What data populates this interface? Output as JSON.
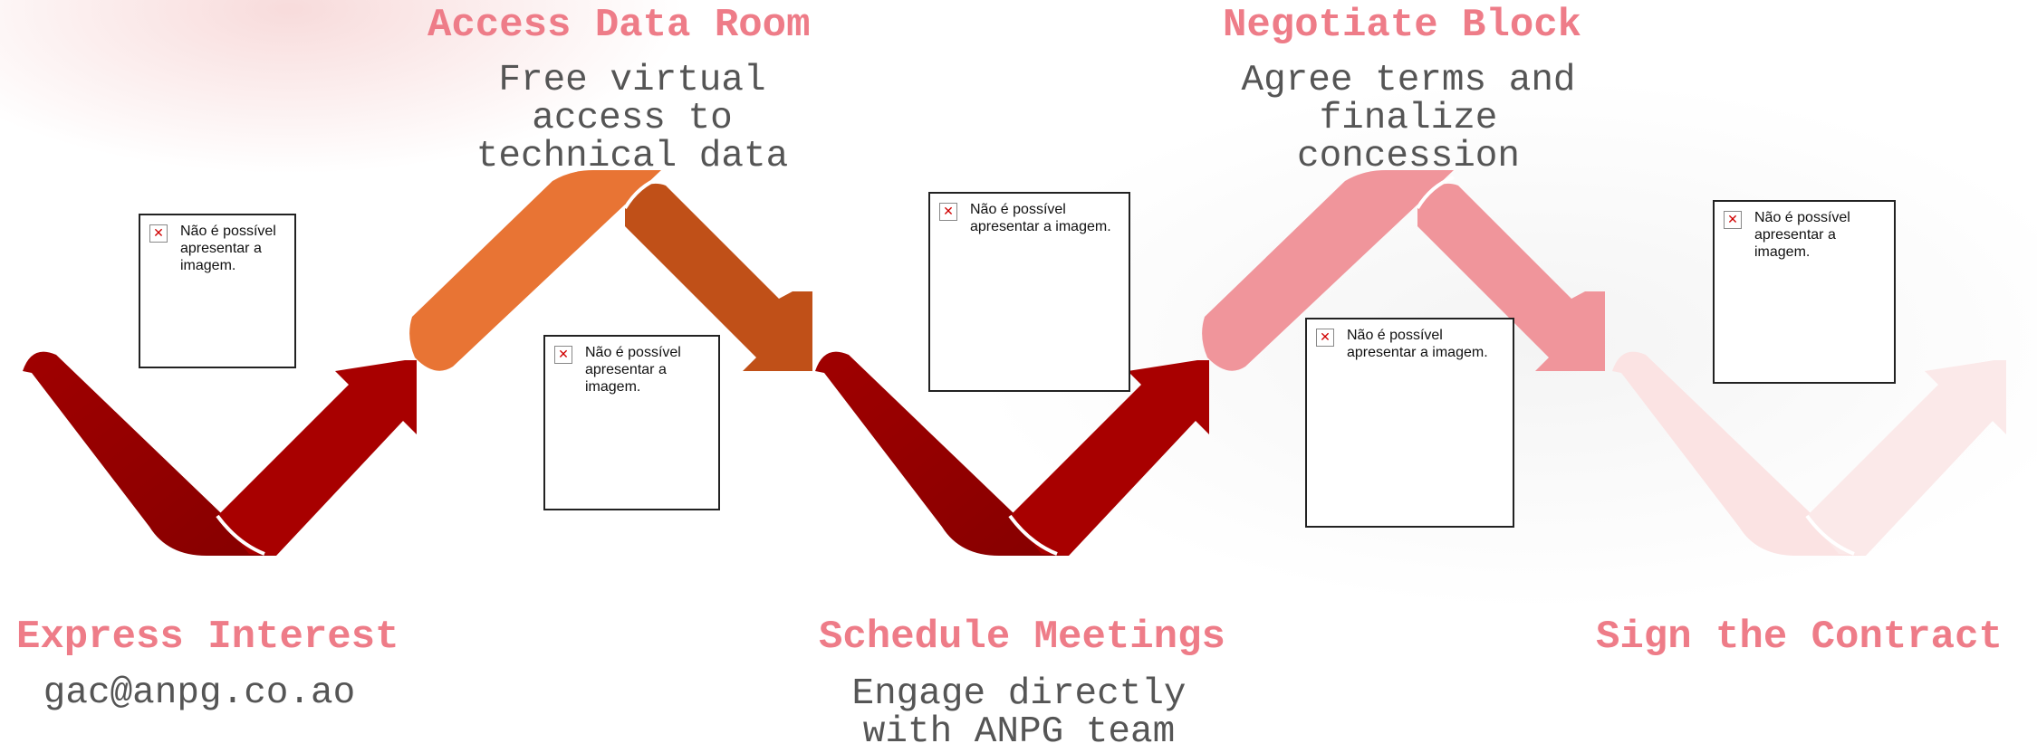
{
  "steps": [
    {
      "title": "Express Interest",
      "description": "gac@anpg.co.ao"
    },
    {
      "title": "Access Data Room",
      "description": "Free virtual access to technical data"
    },
    {
      "title": "Schedule Meetings",
      "description": "Engage directly with ANPG team"
    },
    {
      "title": "Negotiate Block",
      "description": "Agree terms and finalize concession"
    },
    {
      "title": "Sign the Contract",
      "description": ""
    }
  ],
  "image_placeholders": [
    {
      "label": "Não é possível apresentar a imagem.",
      "icon": "broken-image-icon"
    },
    {
      "label": "Não é possível apresentar a imagem.",
      "icon": "broken-image-icon"
    },
    {
      "label": "Não é possível apresentar a imagem.",
      "icon": "broken-image-icon"
    },
    {
      "label": "Não é possível apresentar a imagem.",
      "icon": "broken-image-icon"
    },
    {
      "label": "Não é possível apresentar a imagem.",
      "icon": "broken-image-icon"
    }
  ],
  "colors": {
    "title": "#ee7c88",
    "description": "#555555",
    "step1_arrow_dark": "#920000",
    "step1_arrow_light": "#aa0000",
    "step2_arrow_light": "#e87434",
    "step2_arrow_dark": "#c05018",
    "step4_arrow": "#f0959b",
    "step5_arrow": "#fbe3e3"
  }
}
